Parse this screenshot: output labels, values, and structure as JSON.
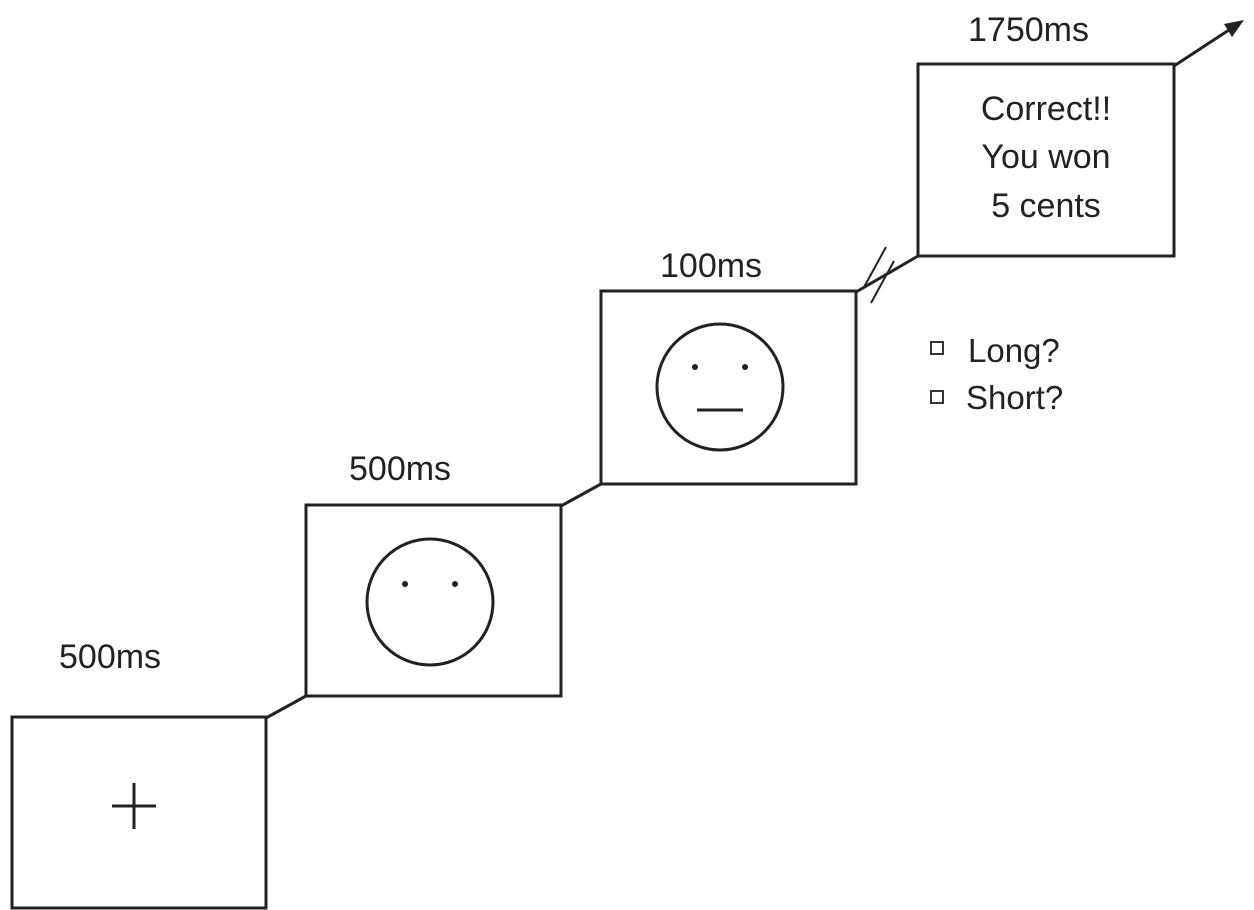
{
  "durations": {
    "fixation": "500ms",
    "cue": "500ms",
    "stimulus": "100ms",
    "feedback": "1750ms"
  },
  "feedback": {
    "lines": [
      "Correct!!",
      "You won",
      "5 cents"
    ]
  },
  "response_options": [
    {
      "label": "Long?"
    },
    {
      "label": "Short?"
    }
  ],
  "stimuli": {
    "fixation": "+"
  }
}
